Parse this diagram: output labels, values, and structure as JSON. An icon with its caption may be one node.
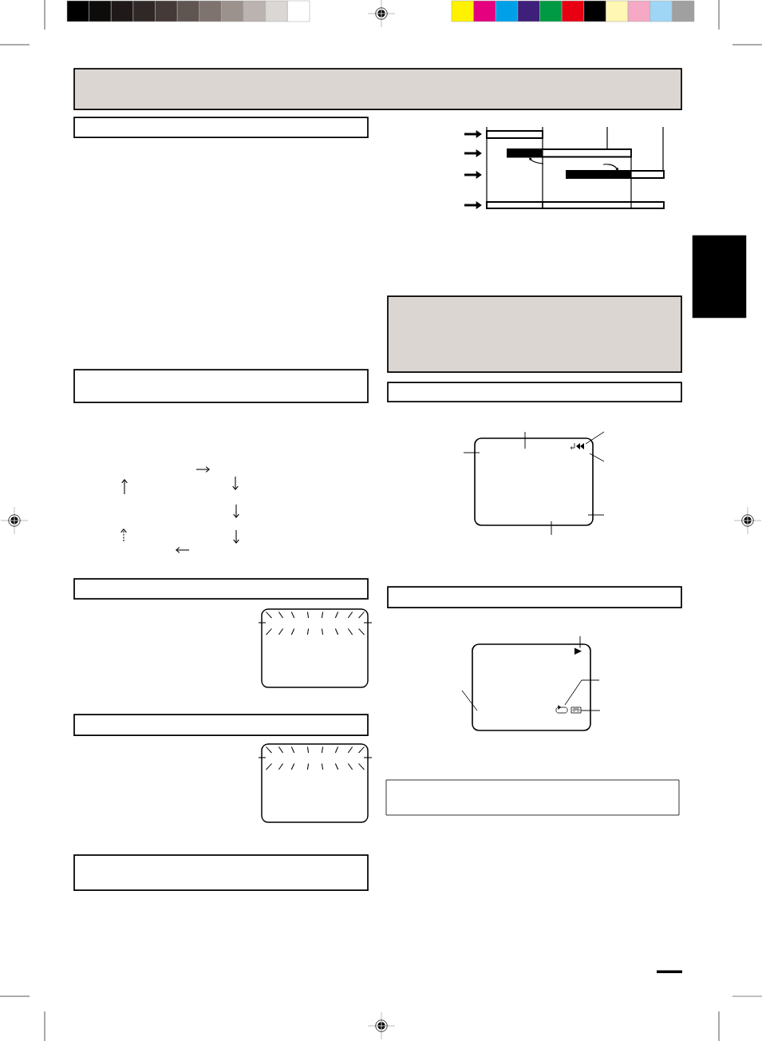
{
  "diagram": {
    "nodes": [
      {
        "text": [],
        "shape": "box"
      },
      {
        "text": [],
        "shape": "box"
      },
      {
        "text": [],
        "shape": "box"
      },
      {
        "text": [],
        "shape": "box"
      },
      {
        "text": [],
        "shape": "screen"
      },
      {
        "text": [],
        "shape": "box"
      },
      {
        "text": [],
        "shape": "screen"
      },
      {
        "text": [],
        "shape": "box"
      },
      {
        "text": [],
        "shape": "box"
      },
      {
        "text": [],
        "shape": "box"
      },
      {
        "text": [],
        "shape": "screen"
      },
      {
        "text": [],
        "shape": "picture",
        "in": 10
      },
      {
        "text": [],
        "shape": "box"
      },
      {
        "text": [],
        "shape": "screen"
      },
      {
        "text": [],
        "shape": "picture",
        "in": 13
      },
      {
        "text": [],
        "shape": "picture",
        "in": 13
      },
      {
        "text": [],
        "shape": "picture",
        "in": 13
      },
      {
        "text": [],
        "shape": "box"
      },
      {
        "text": [],
        "shape": "box"
      }
    ],
    "edges": [
      {
        "from": null,
        "to": 10,
        "arrow": "none"
      },
      {
        "from": null,
        "to": 10,
        "arrow": "none"
      },
      {
        "from": null,
        "to": 11,
        "arrow": "none"
      },
      {
        "from": null,
        "to": 10,
        "arrow": "none"
      },
      {
        "from": null,
        "to": 10,
        "arrow": "none"
      },
      {
        "from": null,
        "to": 10,
        "arrow": "none"
      },
      {
        "from": null,
        "to": 14,
        "arrow": "none"
      },
      {
        "from": null,
        "to": 15,
        "arrow": "none"
      },
      {
        "from": null,
        "to": 16,
        "arrow": "none"
      },
      {
        "from": null,
        "to": 13,
        "arrow": "none"
      }
    ]
  }
}
